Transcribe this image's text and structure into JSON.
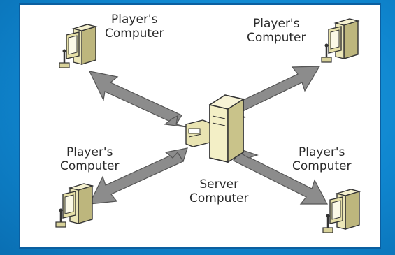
{
  "diagram": {
    "nodes": [
      {
        "id": "p1",
        "line1": "Player's",
        "line2": "Computer"
      },
      {
        "id": "p2",
        "line1": "Player's",
        "line2": "Computer"
      },
      {
        "id": "p3",
        "line1": "Player's",
        "line2": "Computer"
      },
      {
        "id": "p4",
        "line1": "Player's",
        "line2": "Computer"
      },
      {
        "id": "server",
        "line1": "Server",
        "line2": "Computer"
      }
    ],
    "edges": [
      {
        "from": "server",
        "to": "p1",
        "bidirectional": true
      },
      {
        "from": "server",
        "to": "p2",
        "bidirectional": true
      },
      {
        "from": "server",
        "to": "p3",
        "bidirectional": true
      },
      {
        "from": "server",
        "to": "p4",
        "bidirectional": true
      }
    ],
    "colors": {
      "background": "#128fd6",
      "panel": "#ffffff",
      "arrow": "#8c8c8c",
      "pc_body": "#e9e4b2",
      "pc_shade": "#c9c38a",
      "outline": "#333333"
    }
  }
}
